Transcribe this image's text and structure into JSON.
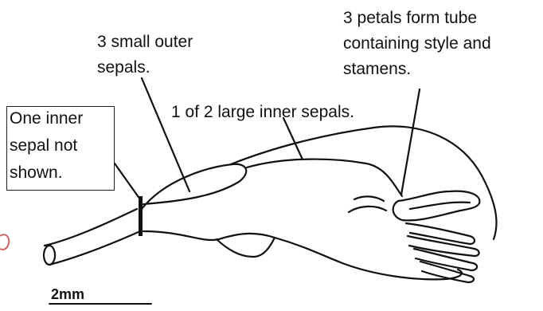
{
  "labels": {
    "petals": [
      "3 petals form tube",
      "containing style and",
      "stamens."
    ],
    "outer_sepals": [
      "3 small outer",
      "sepals."
    ],
    "inner_sepals": "1 of 2 large inner sepals.",
    "hidden_sepal": [
      "One inner",
      "sepal not",
      "shown."
    ]
  },
  "scale_bar": {
    "text": "2mm"
  }
}
